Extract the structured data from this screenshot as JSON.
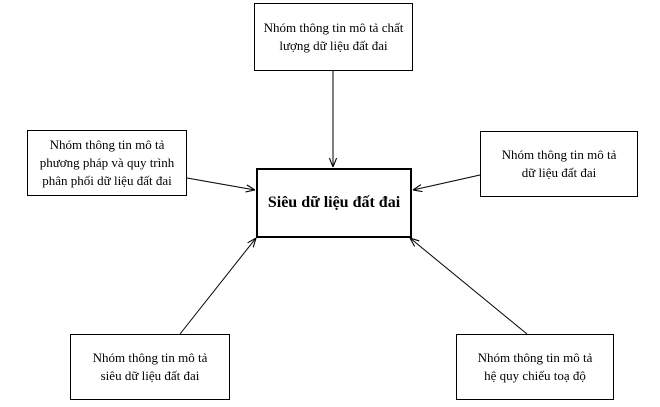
{
  "diagram": {
    "center": {
      "label": "Siêu dữ liệu đất đai"
    },
    "nodes": {
      "top": {
        "lines": [
          "Nhóm thông tin mô tả chất",
          "lượng dữ liệu đất đai"
        ]
      },
      "left": {
        "lines": [
          "Nhóm thông tin mô tả",
          "phương pháp và quy trình",
          "phân phối dữ liệu đất đai"
        ]
      },
      "right": {
        "lines": [
          "Nhóm thông tin mô tả",
          "dữ liệu đất đai"
        ]
      },
      "botleft": {
        "lines": [
          "Nhóm thông tin mô tả",
          "siêu dữ liệu đất đai"
        ]
      },
      "botright": {
        "lines": [
          "Nhóm thông tin mô tả",
          "hệ quy chiếu toạ độ"
        ]
      }
    },
    "edges": [
      {
        "from": "top",
        "to": "center"
      },
      {
        "from": "left",
        "to": "center"
      },
      {
        "from": "right",
        "to": "center"
      },
      {
        "from": "botleft",
        "to": "center"
      },
      {
        "from": "botright",
        "to": "center"
      }
    ],
    "colors": {
      "line": "#000000",
      "box": "#ffffff"
    }
  }
}
